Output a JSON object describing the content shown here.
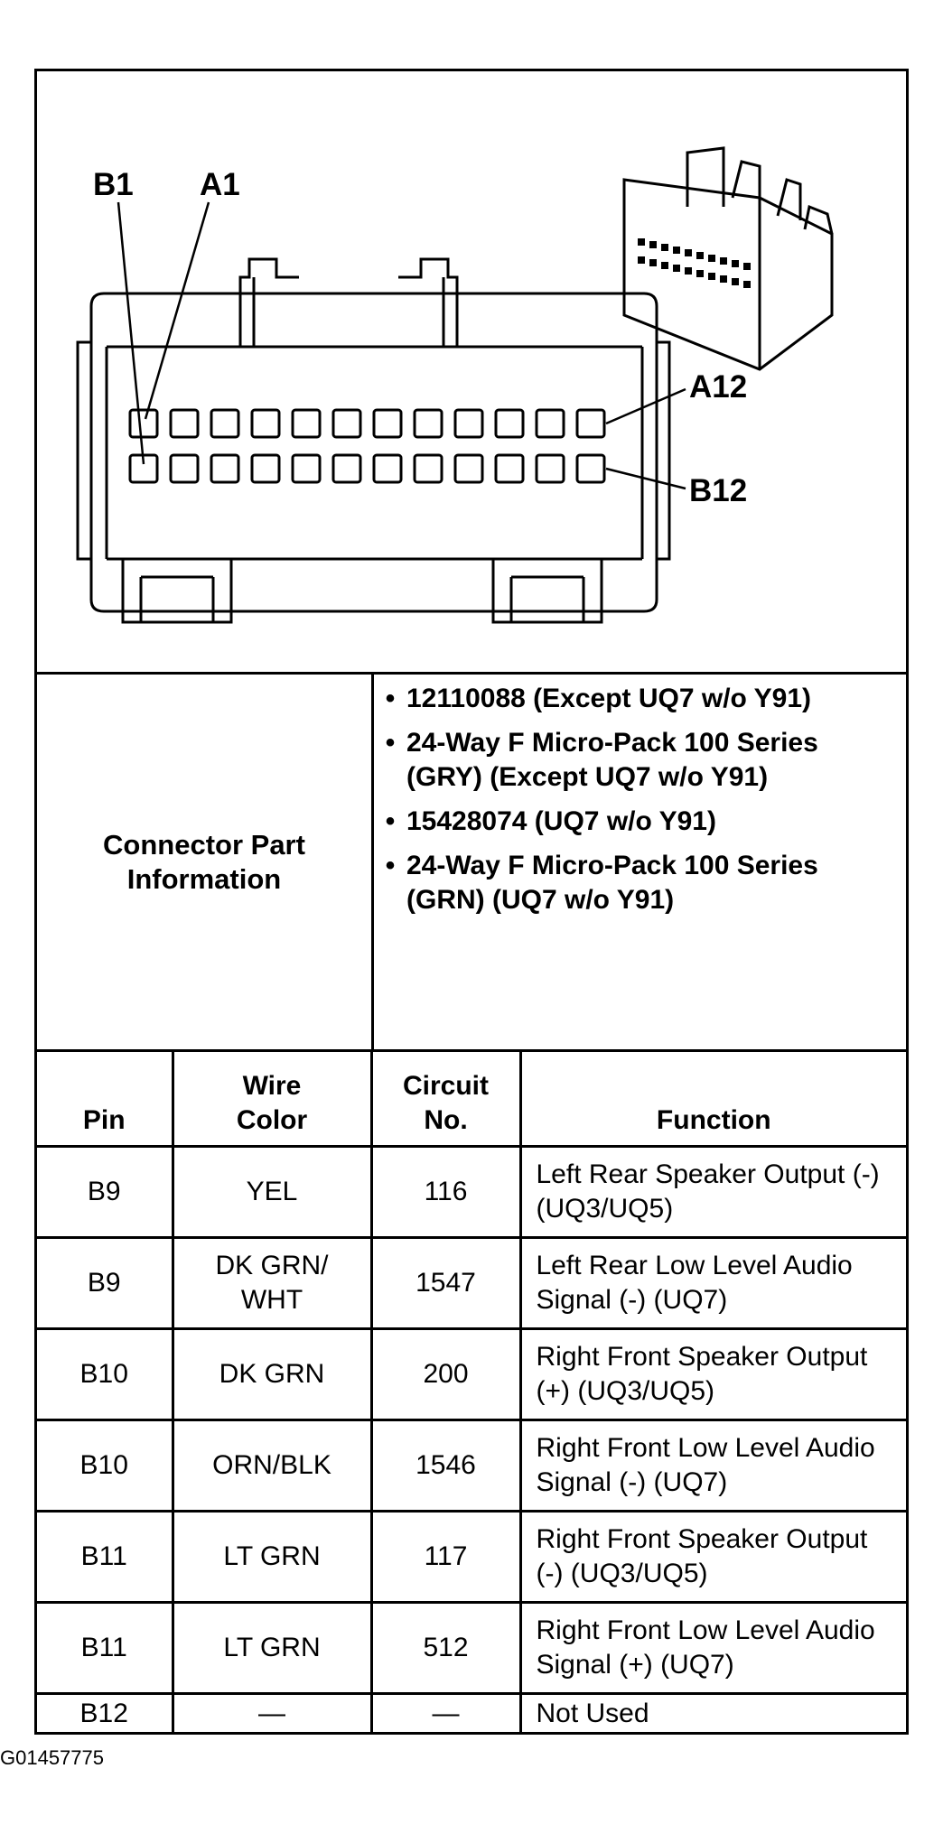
{
  "diagram": {
    "labels": {
      "b1": "B1",
      "a1": "A1",
      "a12": "A12",
      "b12": "B12"
    }
  },
  "connector_info": {
    "title": "Connector Part Information",
    "items": [
      "12110088 (Except UQ7 w/o Y91)",
      "24-Way F Micro-Pack 100 Series (GRY) (Except UQ7 w/o Y91)",
      "15428074 (UQ7 w/o Y91)",
      "24-Way F Micro-Pack 100 Series (GRN) (UQ7 w/o Y91)"
    ]
  },
  "table": {
    "headers": {
      "pin": "Pin",
      "wire_color": "Wire Color",
      "circuit_no": "Circuit No.",
      "function": "Function"
    },
    "rows": [
      {
        "pin": "B9",
        "wire_color": "YEL",
        "circuit": "116",
        "function": "Left Rear Speaker Output (-) (UQ3/UQ5)"
      },
      {
        "pin": "B9",
        "wire_color": "DK GRN/ WHT",
        "circuit": "1547",
        "function": "Left Rear Low Level Audio Signal (-) (UQ7)"
      },
      {
        "pin": "B10",
        "wire_color": "DK GRN",
        "circuit": "200",
        "function": "Right Front Speaker Output (+) (UQ3/UQ5)"
      },
      {
        "pin": "B10",
        "wire_color": "ORN/BLK",
        "circuit": "1546",
        "function": "Right Front Low Level Audio Signal (-) (UQ7)"
      },
      {
        "pin": "B11",
        "wire_color": "LT GRN",
        "circuit": "117",
        "function": "Right Front Speaker Output (-) (UQ3/UQ5)"
      },
      {
        "pin": "B11",
        "wire_color": "LT GRN",
        "circuit": "512",
        "function": "Right Front Low Level Audio Signal (+) (UQ7)"
      },
      {
        "pin": "B12",
        "wire_color": "—",
        "circuit": "—",
        "function": "Not Used"
      }
    ]
  },
  "footer": {
    "figure_id": "G01457775"
  }
}
